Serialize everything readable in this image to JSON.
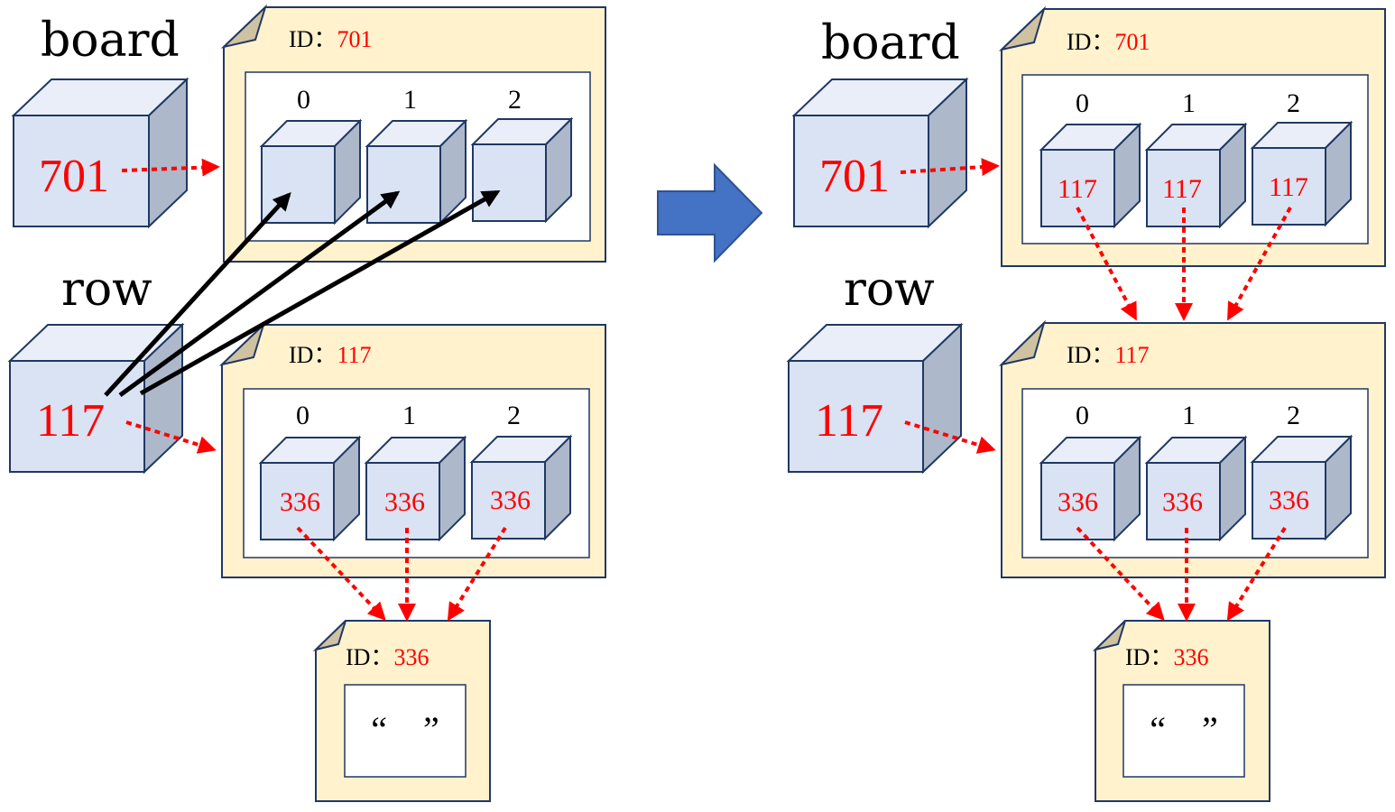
{
  "left": {
    "board_var": {
      "name": "board",
      "value": "701"
    },
    "row_var": {
      "name": "row",
      "value": "117"
    },
    "board_list": {
      "id_label": "ID：",
      "id_value": "701",
      "indices": [
        "0",
        "1",
        "2"
      ],
      "cells": [
        "",
        "",
        ""
      ]
    },
    "row_list": {
      "id_label": "ID：",
      "id_value": "117",
      "indices": [
        "0",
        "1",
        "2"
      ],
      "cells": [
        "336",
        "336",
        "336"
      ]
    },
    "str_obj": {
      "id_label": "ID：",
      "id_value": "336",
      "value": "“　”"
    }
  },
  "right": {
    "board_var": {
      "name": "board",
      "value": "701"
    },
    "row_var": {
      "name": "row",
      "value": "117"
    },
    "board_list": {
      "id_label": "ID：",
      "id_value": "701",
      "indices": [
        "0",
        "1",
        "2"
      ],
      "cells": [
        "117",
        "117",
        "117"
      ]
    },
    "row_list": {
      "id_label": "ID：",
      "id_value": "117",
      "indices": [
        "0",
        "1",
        "2"
      ],
      "cells": [
        "336",
        "336",
        "336"
      ]
    },
    "str_obj": {
      "id_label": "ID：",
      "id_value": "336",
      "value": "“　”"
    }
  },
  "colors": {
    "note_fill": "#fff2cc",
    "cube_front": "#dae3f3",
    "cube_side": "#adb9ca",
    "outline": "#203864",
    "reference_arrow": "#ff0000",
    "transition_arrow": "#4472c4"
  }
}
